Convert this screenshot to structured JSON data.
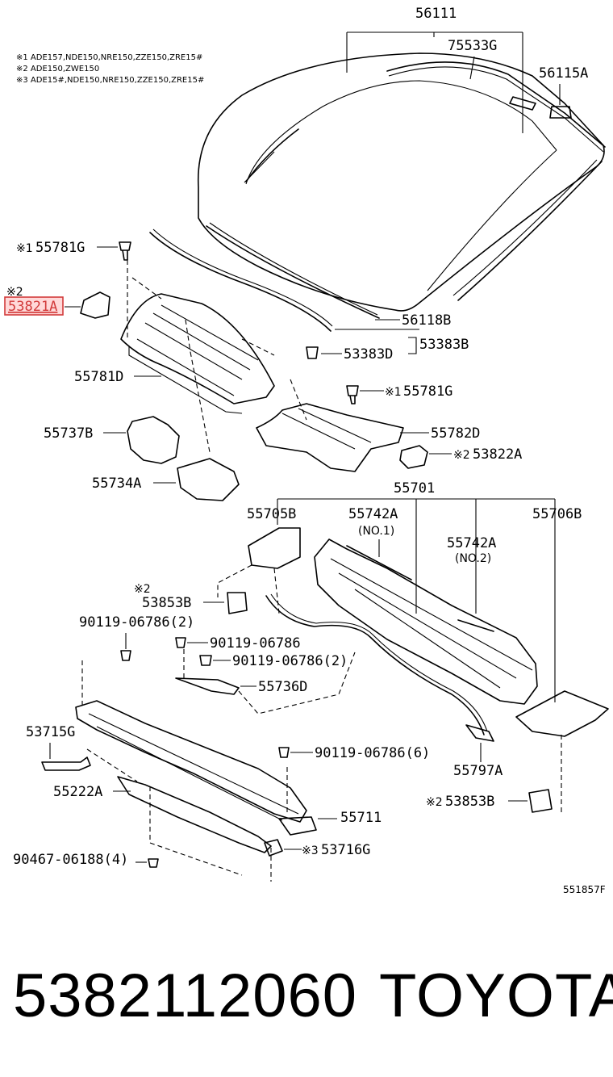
{
  "notes": [
    "※1 ADE157,NDE150,NRE150,ZZE150,ZRE15#",
    "※2 ADE150,ZWE150",
    "※3 ADE15#,NDE150,NRE150,ZZE150,ZRE15#"
  ],
  "labels": {
    "l56111": "56111",
    "l75533g": "75533G",
    "l56115a": "56115A",
    "l55781g_top": "55781G",
    "l55781g_top_mark": "※1",
    "l53821a_mark": "※2",
    "l53821a": "53821A",
    "l56118b": "56118B",
    "l53383d": "53383D",
    "l53383b": "53383B",
    "l55781d": "55781D",
    "l55781g_mid": "55781G",
    "l55781g_mid_mark": "※1",
    "l55737b": "55737B",
    "l55782d": "55782D",
    "l53822a": "53822A",
    "l53822a_mark": "※2",
    "l55734a": "55734A",
    "l55701": "55701",
    "l55705b": "55705B",
    "l55742a_1": "55742A",
    "l55742a_1_sub": "(NO.1)",
    "l55706b": "55706B",
    "l55742a_2": "55742A",
    "l55742a_2_sub": "(NO.2)",
    "l53853b_top_mark": "※2",
    "l53853b_top": "53853B",
    "l90119_a": "90119-06786(2)",
    "l90119_b": "90119-06786",
    "l90119_c": "90119-06786(2)",
    "l55736d": "55736D",
    "l53715g": "53715G",
    "l90119_d": "90119-06786(6)",
    "l55797a": "55797A",
    "l55222a": "55222A",
    "l53853b_bot_mark": "※2",
    "l53853b_bot": "53853B",
    "l55711": "55711",
    "l90467": "90467-06188(4)",
    "l53716g_mark": "※3",
    "l53716g": "53716G",
    "l551857f": "551857F"
  },
  "highlight_color": "#d23b3b",
  "footer": {
    "part_number": "5382112060",
    "brand": "TOYOTA"
  }
}
